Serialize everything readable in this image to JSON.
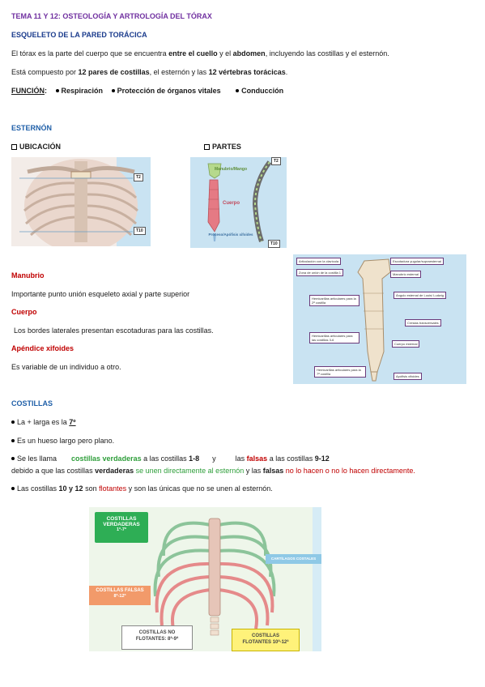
{
  "header": {
    "title": "TEMA 11 Y 12: OSTEOLOGÍA Y ARTROLOGÍA DEL TÓRAX"
  },
  "section1": {
    "heading": "ESQUELETO DE LA PARED TORÁCICA",
    "p1": {
      "a": "El tórax es la parte del cuerpo que se encuentra ",
      "b": "entre el cuello",
      "c": " y el ",
      "d": "abdomen",
      "e": ", incluyendo las costillas y el esternón."
    },
    "p2": {
      "a": "Está compuesto por ",
      "b": "12 pares de costillas",
      "c": ", el esternón y las ",
      "d": "12 vértebras torácicas",
      "e": "."
    },
    "funcion": {
      "label": "FUNCIÓN",
      "colon": ":",
      "items": [
        "Respiración",
        "Protección de órganos vitales",
        "Conducción"
      ]
    }
  },
  "esternon": {
    "heading": "ESTERNÓN",
    "ubicacion": "UBICACIÓN",
    "partes": "PARTES",
    "img1_labels": [
      "T2",
      "T10"
    ],
    "img2_labels": {
      "manubrio": "Manubrio/Mango",
      "cuerpo": "Cuerpo",
      "proceso": "Proceso/Apófisis xifoides",
      "t2": "T2",
      "t10": "T10"
    },
    "manubrio_h": "Manubrio",
    "manubrio_t": "Importante punto unión esqueleto axial y parte superior",
    "cuerpo_h": "Cuerpo",
    "cuerpo_t": "Los bordes laterales presentan escotaduras para las costillas.",
    "xifoides_h": "Apéndice xifoides",
    "xifoides_t": "Es variable de un individuo a otro.",
    "img3_labels": [
      "Articulación con la clavícula",
      "Zona de unión de la costilla 1",
      "Hemicarillas articulares para la 2ª costilla",
      "Hemicarillas articulares para las costillas 3-6",
      "Hemicarillas articulares para la 7ª costilla",
      "Escotadura yugular/supraesternal",
      "Manubrio esternal",
      "Ángulo esternal de Louis/ Ludwig",
      "Crestas transversales",
      "Cuerpo esternal",
      "Apófisis xifoides"
    ]
  },
  "costillas": {
    "heading": "COSTILLAS",
    "l1": {
      "a": "La + larga es la ",
      "b": "7º"
    },
    "l2": {
      "a": "Es un hueso largo pero plano."
    },
    "l3": {
      "a": "Se les llama",
      "b": "costillas verdaderas",
      "c": " a las costillas ",
      "d": "1-8",
      "e": "y",
      "f": "las ",
      "g": "falsas",
      "h": " a las costillas ",
      "i": "9-12"
    },
    "l4": {
      "a": "debido a que las costillas ",
      "b": "verdaderas",
      "c": " se unen directamente al esternón",
      "d": " y las ",
      "e": "falsas",
      "f": " no lo hacen o no lo hacen directamente."
    },
    "l5": {
      "a": "Las costillas ",
      "b": "10 y 12",
      "c": " son ",
      "d": "flotantes",
      "e": " y son las únicas que no se unen al esternón."
    },
    "diagram": {
      "verdaderas": "COSTILLAS VERDADERAS",
      "verdaderas_range": "1ª-7ª",
      "falsas": "COSTILLAS FALSAS",
      "falsas_range": "8ª-12ª",
      "no_flotantes": "COSTILLAS NO FLOTANTES: 8ª-9ª",
      "flotantes": "COSTILLAS FLOTANTES 10ª-12ª",
      "cartilagos": "CARTÍLAGOS COSTALES"
    }
  },
  "colors": {
    "purple": "#7030a0",
    "blue": "#1f5fa8",
    "red": "#c00000",
    "green": "#2e9e3a"
  }
}
